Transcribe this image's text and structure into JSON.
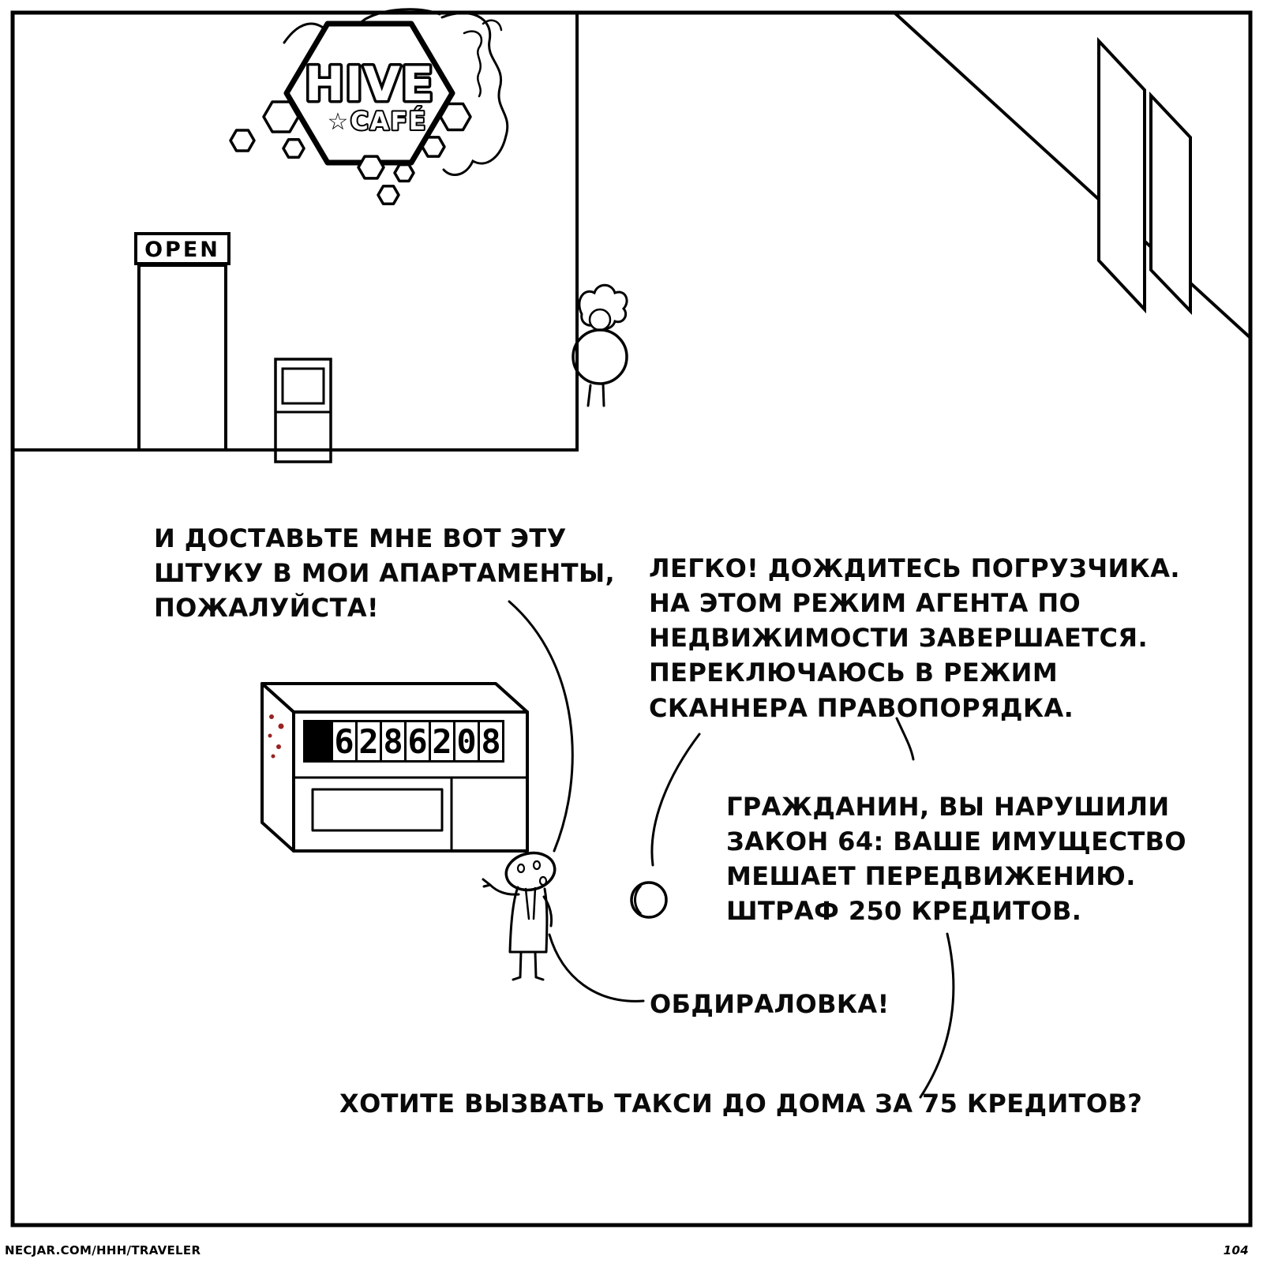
{
  "page": {
    "footer_url": "NECJAR.COM/HHH/TRAVELER",
    "page_number": "104"
  },
  "colors": {
    "splatter": "#992222",
    "ink": "#000000"
  },
  "cafe": {
    "logo": {
      "name": "HIVE",
      "star": "☆",
      "sub": "CAFÉ"
    },
    "open_sign": "OPEN"
  },
  "machine": {
    "counter_digits": "6286208"
  },
  "speech": {
    "customer_request": "И ДОСТАВЬТЕ МНЕ ВОТ ЭТУ\nШТУКУ В МОИ АПАРТАМЕНТЫ,\nПОЖАЛУЙСТА!",
    "drone_reply": "ЛЕГКО! ДОЖДИТЕСЬ ПОГРУЗЧИКА.\nНА ЭТОМ РЕЖИМ АГЕНТА ПО\nНЕДВИЖИМОСТИ ЗАВЕРШАЕТСЯ.\nПЕРЕКЛЮЧАЮСЬ В РЕЖИМ\nСКАННЕРА ПРАВОПОРЯДКА.",
    "fine_notice": "ГРАЖДАНИН, ВЫ НАРУШИЛИ\nЗАКОН 64: ВАШЕ ИМУЩЕСТВО\nМЕШАЕТ ПЕРЕДВИЖЕНИЮ.\nШТРАФ 250 КРЕДИТОВ.",
    "customer_exclaim": "ОБДИРАЛОВКА!",
    "taxi_offer": "ХОТИТЕ ВЫЗВАТЬ ТАКСИ ДО ДОМА ЗА 75 КРЕДИТОВ?"
  }
}
